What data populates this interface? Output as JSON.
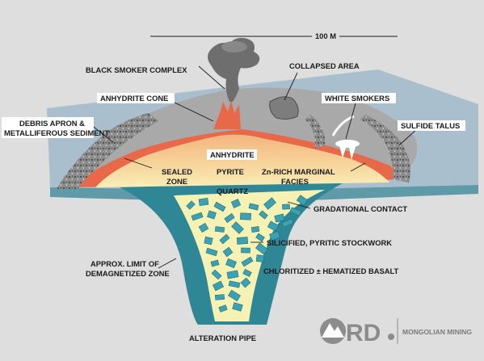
{
  "diagram": {
    "scale_label": "100 M",
    "labels": {
      "black_smoker_complex": "BLACK SMOKER COMPLEX",
      "collapsed_area": "COLLAPSED AREA",
      "anhydrite_cone": "ANHYDRITE CONE",
      "white_smokers": "WHITE SMOKERS",
      "debris_line1": "DEBRIS APRON &",
      "debris_line2": "METALLIFEROUS SEDIMENT",
      "sulfide_talus": "SULFIDE TALUS",
      "anhydrite": "ANHYDRITE",
      "sealed_line1": "SEALED",
      "sealed_line2": "ZONE",
      "pyrite": "PYRITE",
      "zn_line1": "Zn-RICH MARGINAL",
      "zn_line2": "FACIES",
      "quartz": "QUARTZ",
      "gradational_contact": "GRADATIONAL CONTACT",
      "stockwork": "SILICIFIED, PYRITIC STOCKWORK",
      "demag_line1": "APPROX. LIMIT OF",
      "demag_line2": "DEMAGNETIZED ZONE",
      "chloritized": "CHLORITIZED ± HEMATIZED BASALT",
      "alteration_pipe": "ALTERATION PIPE"
    },
    "colors": {
      "background": "#dedede",
      "seafloor_top": "#a9bfcd",
      "seafloor_front": "#5f9aa8",
      "pipe": "#2f8796",
      "stockwork_fill": "#f6f2b4",
      "fragment": "#3aa2b3",
      "massive_sulfide": "#f0c88a",
      "rim": "#e8694a",
      "mound": "#a9a9a9",
      "talus": "#8a8a8a",
      "smoke": "#6e6e6e"
    }
  },
  "logo": {
    "mark": "RD",
    "company": "MONGOLIAN MINING"
  }
}
